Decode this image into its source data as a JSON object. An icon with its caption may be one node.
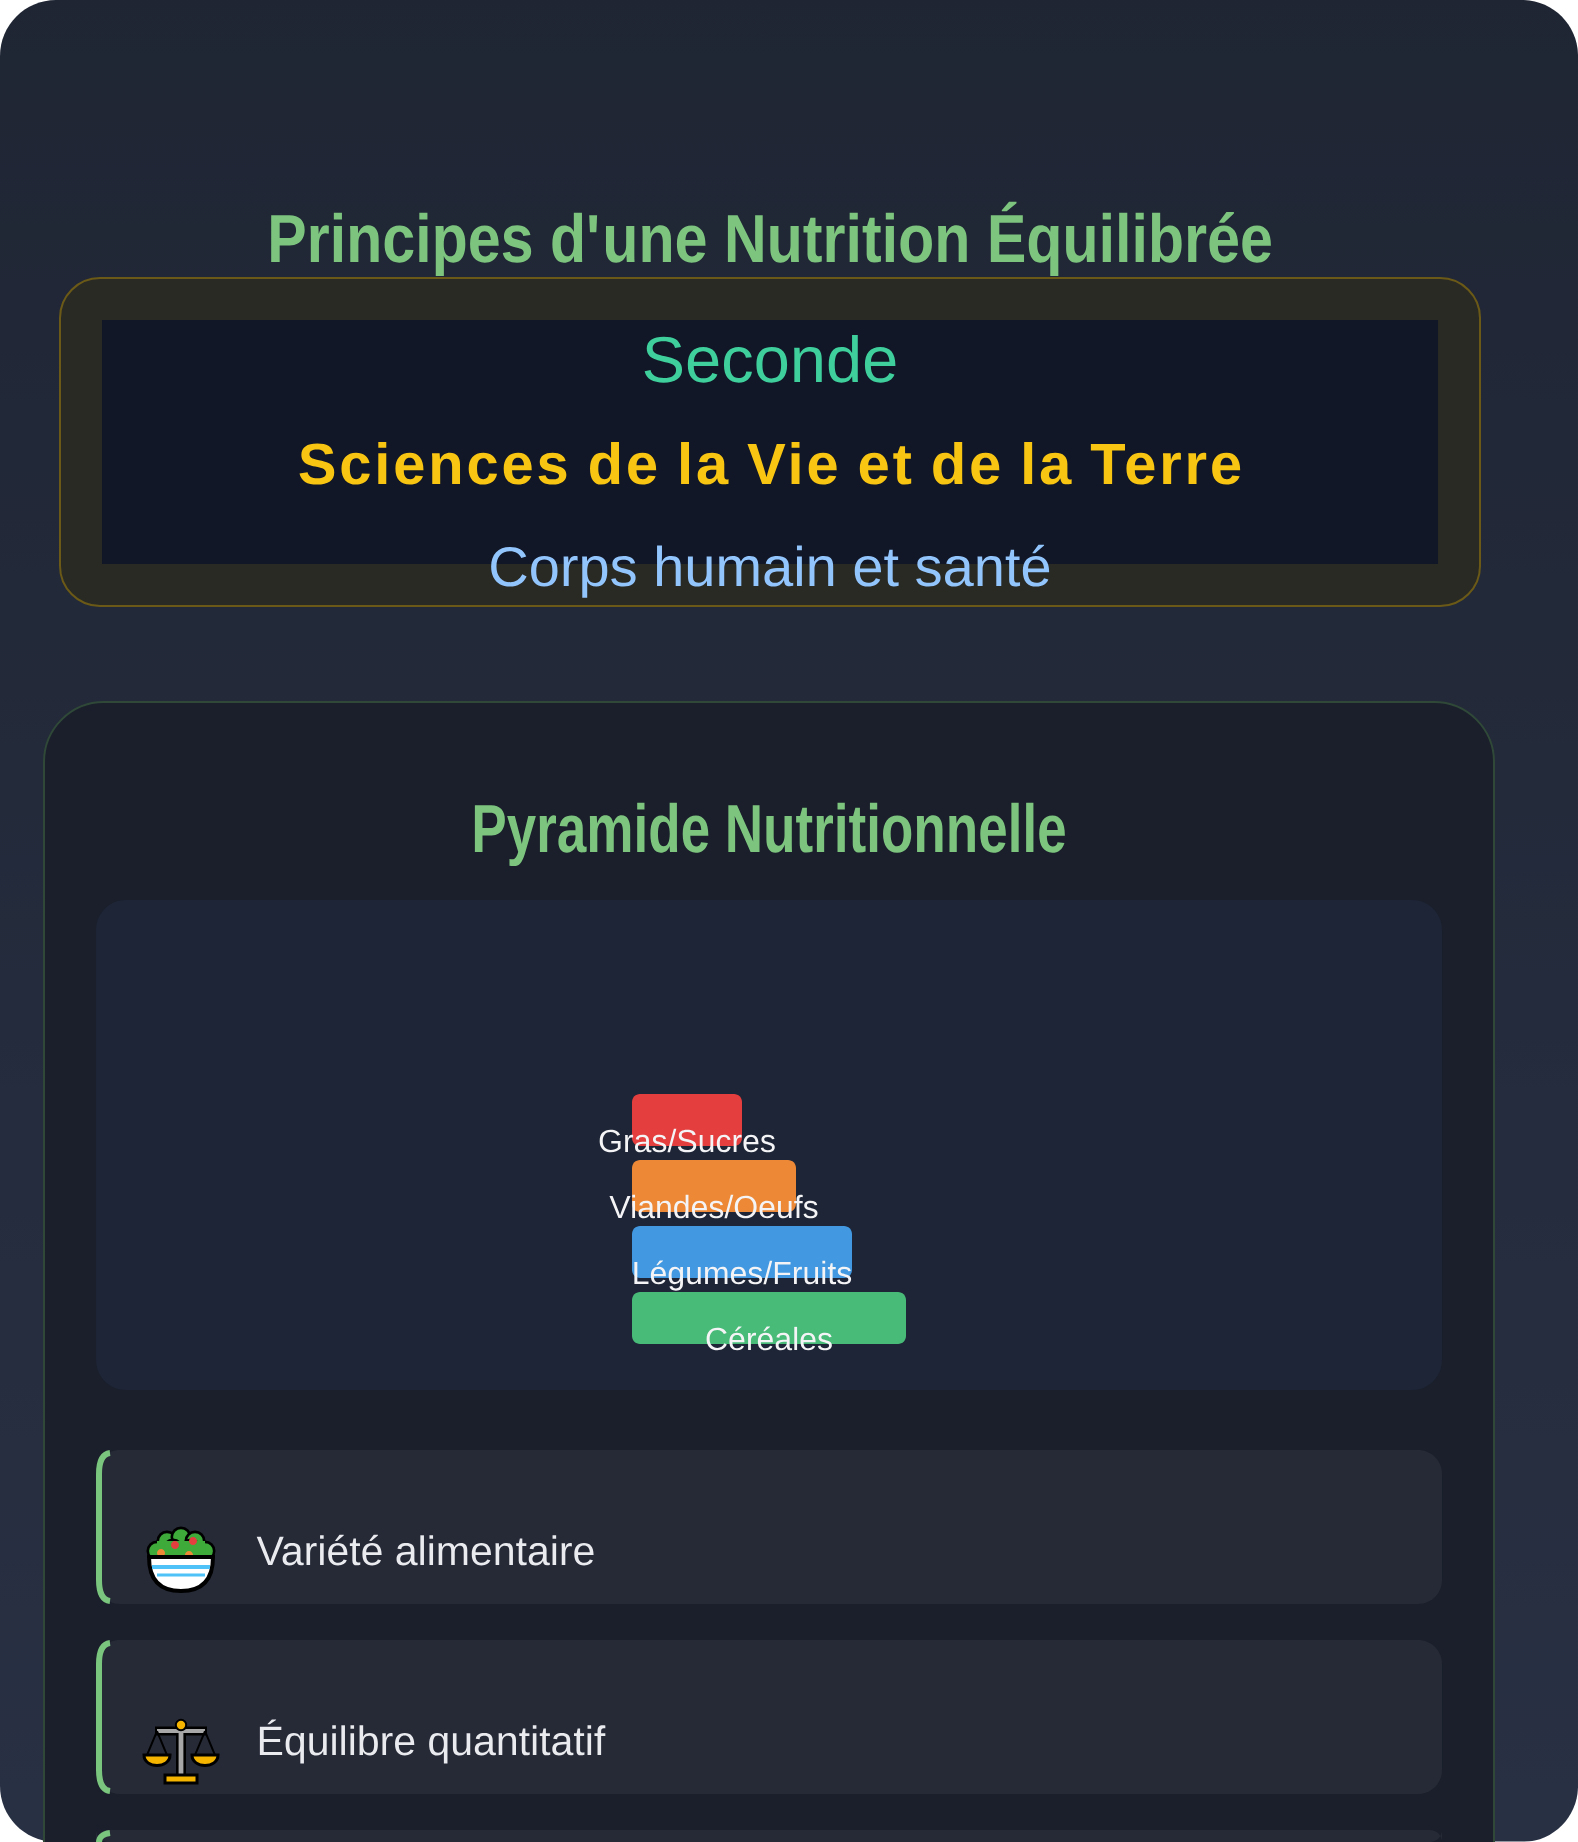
{
  "diagram": {
    "title": "Principes d'une Nutrition Équilibrée",
    "nodes": [
      {
        "text": [
          "Seconde",
          "Sciences de la Vie et de la Terre",
          "Corps humain et santé"
        ]
      },
      {
        "text": [
          "Pyramide Nutritionnelle"
        ]
      },
      {
        "text": [],
        "shape": "box",
        "in": 1
      },
      {
        "text": [
          "Gras/Sucres"
        ],
        "in": 2
      },
      {
        "text": [
          "Viandes/Oeufs"
        ],
        "in": 2
      },
      {
        "text": [
          "Légumes/Fruits"
        ],
        "in": 2
      },
      {
        "text": [
          "Céréales"
        ],
        "in": 2
      },
      {
        "text": [
          "Variété alimentaire"
        ],
        "in": 1
      },
      {
        "text": [
          "Équilibre quantitatif"
        ],
        "in": 1
      },
      {
        "text": [],
        "shape": "box",
        "in": 1
      }
    ]
  }
}
